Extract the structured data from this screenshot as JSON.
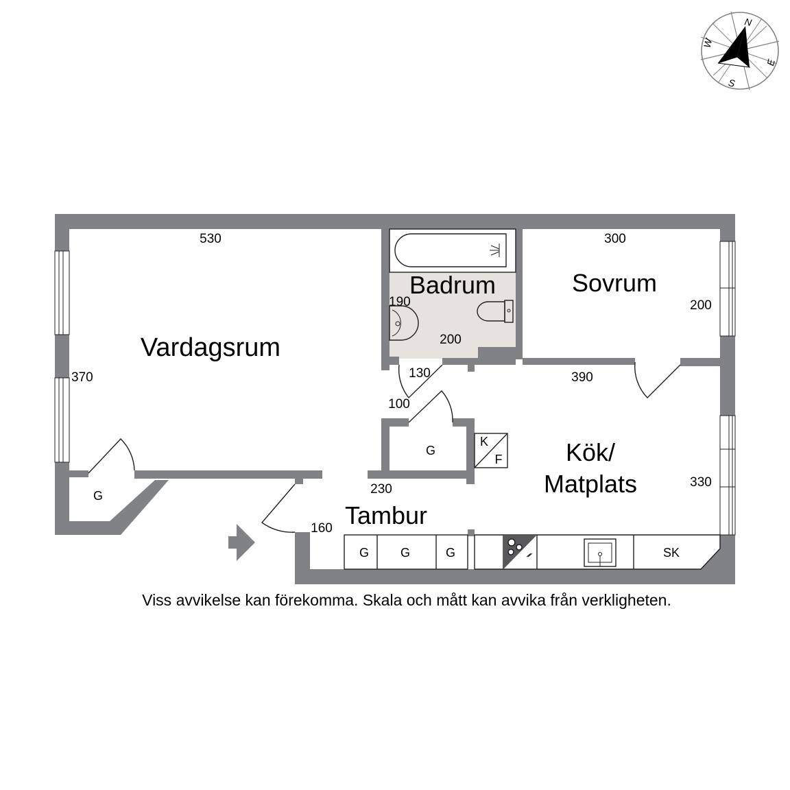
{
  "rooms": {
    "living": "Vardagsrum",
    "bath": "Badrum",
    "bedroom": "Sovrum",
    "kitchen_line1": "Kök/",
    "kitchen_line2": "Matplats",
    "hall": "Tambur"
  },
  "dimensions": {
    "living_width": "530",
    "living_depth": "370",
    "bath_depth": "190",
    "bath_width": "200",
    "bath_door": "130",
    "bedroom_width": "300",
    "bedroom_depth": "200",
    "kitchen_width": "390",
    "kitchen_depth": "330",
    "hall_door": "100",
    "hall_width": "230",
    "hall_depth": "160"
  },
  "fixtures": {
    "wardrobe": "G",
    "fridge": "K",
    "freezer": "F",
    "cabinet": "SK"
  },
  "compass": {
    "n": "N",
    "e": "E",
    "s": "S",
    "w": "W"
  },
  "disclaimer": "Viss avvikelse kan förekomma. Skala och mått kan avvika från verkligheten.",
  "colors": {
    "wall": "#808285",
    "bath_floor": "#e6e2dd",
    "ink": "#231f20"
  }
}
